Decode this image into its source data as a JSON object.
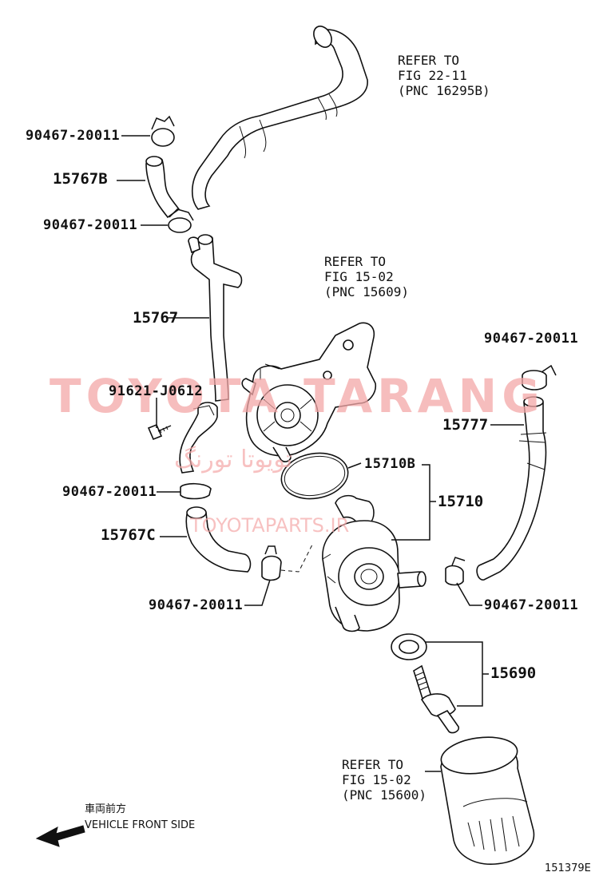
{
  "labels": {
    "clip_a": "90467-20011",
    "hose_b": "15767B",
    "clip_b": "90467-20011",
    "tube": "15767",
    "bolt": "91621-J0612",
    "clip_c": "90467-20011",
    "hose_c": "15767C",
    "clip_d": "90467-20011",
    "gasket": "15710B",
    "cooler": "15710",
    "clip_e": "90467-20011",
    "hose_right": "15777",
    "clip_f": "90467-20011",
    "union": "15690",
    "figure_code": "151379E"
  },
  "references": {
    "top": [
      "REFER TO",
      "FIG 22-11",
      "(PNC 16295B)"
    ],
    "middle": [
      "REFER TO",
      "FIG 15-02",
      "(PNC 15609)"
    ],
    "bottom": [
      "REFER TO",
      "FIG 15-02",
      "(PNC 15600)"
    ]
  },
  "direction": {
    "japanese": "車両前方",
    "english": "VEHICLE FRONT SIDE"
  },
  "watermark": {
    "brand": "TOYOTA TARANG",
    "persian": "تویوتا تورنگ",
    "site": "TOYOTAPARTS.IR",
    "color": "#f0a0a0"
  }
}
